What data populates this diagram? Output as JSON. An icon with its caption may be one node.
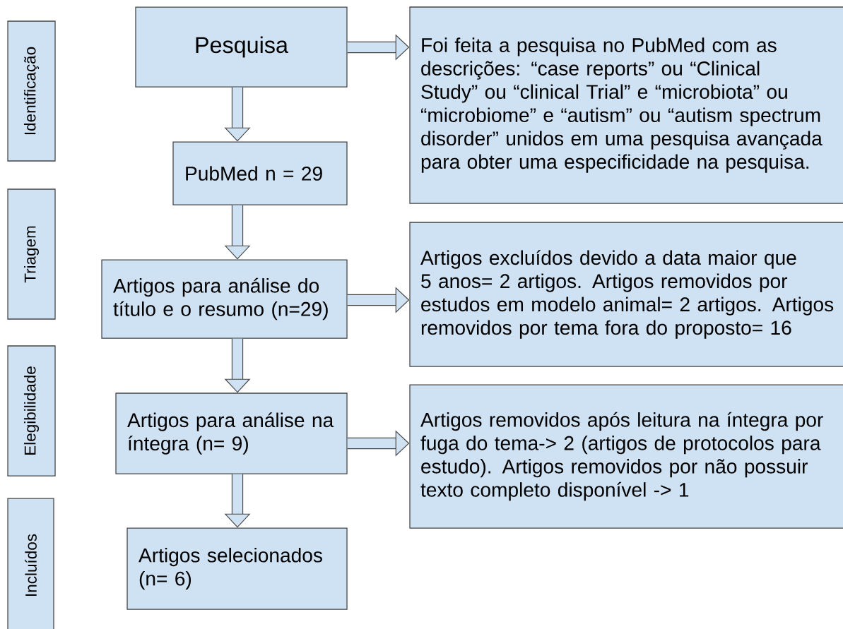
{
  "diagram": {
    "nodes": [
      {
        "text": [
          "Identificação"
        ]
      },
      {
        "text": [
          "Triagem"
        ]
      },
      {
        "text": [
          "Elegibilidade"
        ]
      },
      {
        "text": [
          "Incluídos"
        ]
      },
      {
        "text": [
          "Pesquisa"
        ]
      },
      {
        "text": [
          "Foi feita a pesquisa no PubMed com as descrições: “case reports” ou “Clinical Study” ou “clinical Trial” e “microbiota” ou “microbiome” e “autism” ou “autism spectrum disorder” unidos em uma pesquisa avançada para obter uma especificidade na pesquisa."
        ]
      },
      {
        "text": [
          "PubMed n = 29"
        ]
      },
      {
        "text": [
          "Artigos para análise do título e o resumo (n=29)"
        ]
      },
      {
        "text": [
          "Artigos excluídos devido a data maior que 5 anos= 2 artigos. Artigos removidos por estudos em modelo animal= 2 artigos. Artigos removidos por tema fora do proposto= 16"
        ]
      },
      {
        "text": [
          "Artigos para análise na íntegra (n= 9)"
        ]
      },
      {
        "text": [
          "Artigos removidos após leitura na íntegra por fuga do tema-> 2 (artigos de protocolos para estudo). Artigos removidos por não possuir texto completo disponível -> 1"
        ]
      },
      {
        "text": [
          "Artigos selecionados (n= 6)"
        ]
      }
    ],
    "edges": [
      {
        "from": 4,
        "to": 5,
        "arrow": "to"
      },
      {
        "from": 4,
        "to": 6,
        "arrow": "to"
      },
      {
        "from": 6,
        "to": 7,
        "arrow": "to"
      },
      {
        "from": 7,
        "to": 8,
        "arrow": "to"
      },
      {
        "from": 7,
        "to": 9,
        "arrow": "to"
      },
      {
        "from": 9,
        "to": 10,
        "arrow": "to"
      },
      {
        "from": 9,
        "to": 11,
        "arrow": "to"
      }
    ]
  }
}
